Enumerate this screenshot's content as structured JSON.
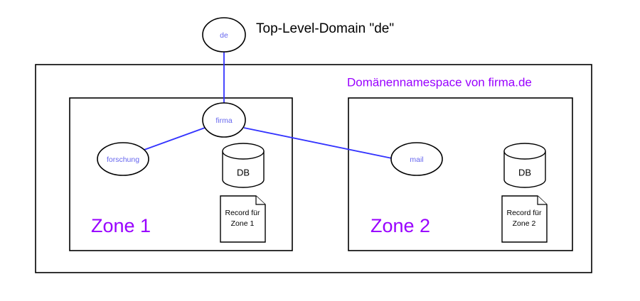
{
  "diagram": {
    "caption_tld": "Top-Level-Domain \"de\"",
    "namespace_label": "Domänennamespace von firma.de",
    "colors": {
      "node_label": "#6666ee",
      "edge": "#3333ff",
      "accent_purple": "#9900ff",
      "outline": "#000000",
      "background": "#ffffff"
    },
    "nodes": {
      "root": {
        "label": "de"
      },
      "firma": {
        "label": "firma"
      },
      "forschung": {
        "label": "forschung"
      },
      "mail": {
        "label": "mail"
      }
    },
    "zones": [
      {
        "title": "Zone 1",
        "database_label": "DB",
        "record_line1": "Record für",
        "record_line2": "Zone 1"
      },
      {
        "title": "Zone 2",
        "database_label": "DB",
        "record_line1": "Record für",
        "record_line2": "Zone 2"
      }
    ]
  }
}
